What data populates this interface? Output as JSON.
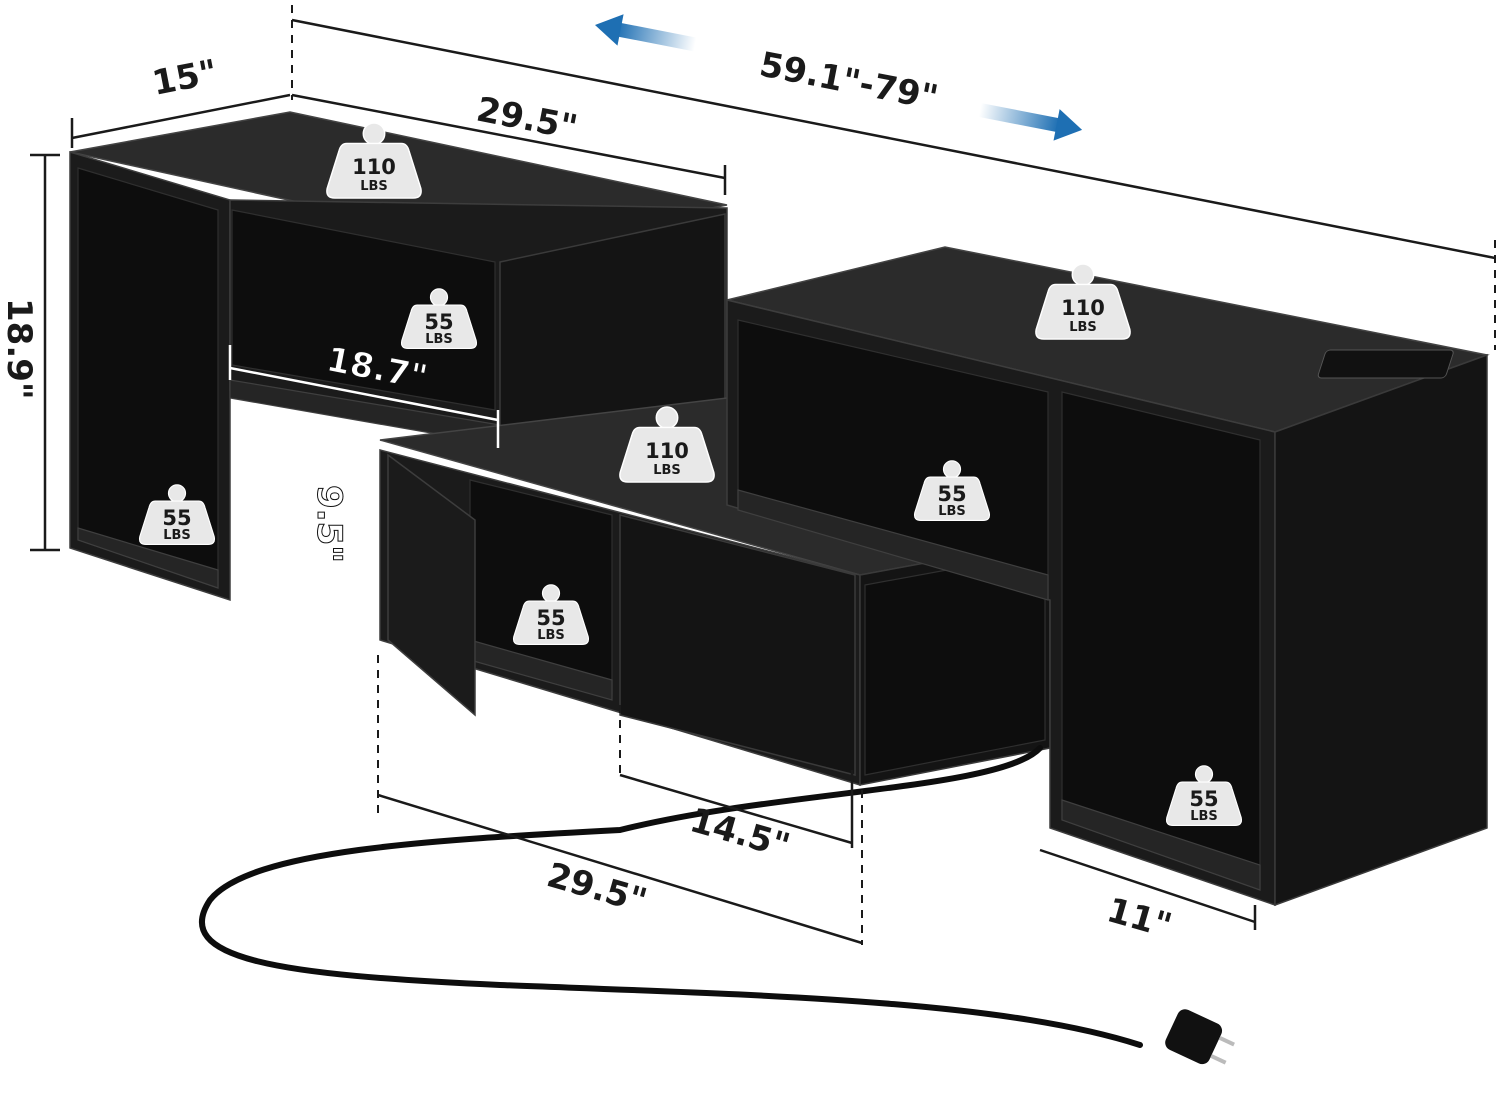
{
  "dimensions": {
    "overall_width": "59.1\"-79\"",
    "depth_left": "15\"",
    "top_width": "29.5\"",
    "height": "18.9\"",
    "shelf_width": "18.7\"",
    "compartment_height": "9.5\"",
    "door_width": "14.5\"",
    "bottom_width": "29.5\"",
    "depth_right": "11\""
  },
  "weight_capacities": [
    {
      "value": "110",
      "unit": "LBS"
    },
    {
      "value": "55",
      "unit": "LBS"
    },
    {
      "value": "110",
      "unit": "LBS"
    },
    {
      "value": "110",
      "unit": "LBS"
    },
    {
      "value": "55",
      "unit": "LBS"
    },
    {
      "value": "55",
      "unit": "LBS"
    },
    {
      "value": "55",
      "unit": "LBS"
    },
    {
      "value": "55",
      "unit": "LBS"
    }
  ],
  "colors": {
    "arrow_blue": "#1e6fb3",
    "wood": "#1b1b1b"
  },
  "icons": {
    "expand_left": "arrow-left-icon",
    "expand_right": "arrow-right-icon",
    "weight": "weight-bag-icon",
    "plug": "power-plug-icon"
  }
}
